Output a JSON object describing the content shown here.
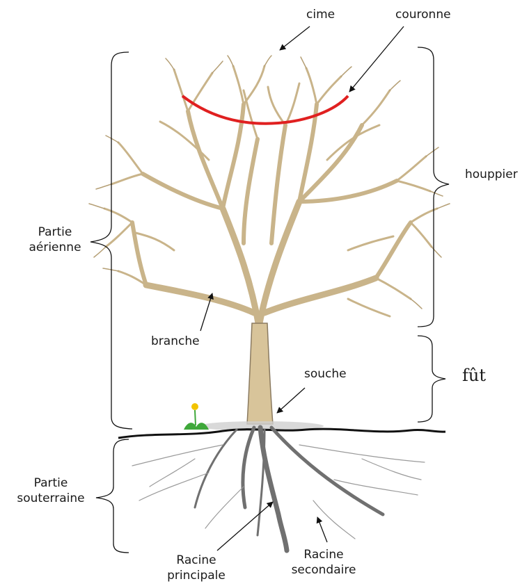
{
  "labels": {
    "cime": "cime",
    "couronne": "couronne",
    "houppier": "houppier",
    "partie_aerienne_l1": "Partie",
    "partie_aerienne_l2": "aérienne",
    "branche": "branche",
    "souche": "souche",
    "fut": "fût",
    "partie_souterraine_l1": "Partie",
    "partie_souterraine_l2": "souterraine",
    "racine_principale_l1": "Racine",
    "racine_principale_l2": "principale",
    "racine_secondaire_l1": "Racine",
    "racine_secondaire_l2": "secondaire"
  },
  "colors": {
    "trunk": "#d8c49a",
    "trunk_outline": "#8a7a60",
    "crown_line": "#e02020",
    "root": "#707070",
    "ground": "#111111",
    "flower": "#f2c300",
    "leaf": "#3fa83a"
  },
  "icons": [
    "tree-illustration",
    "dandelion-icon"
  ]
}
